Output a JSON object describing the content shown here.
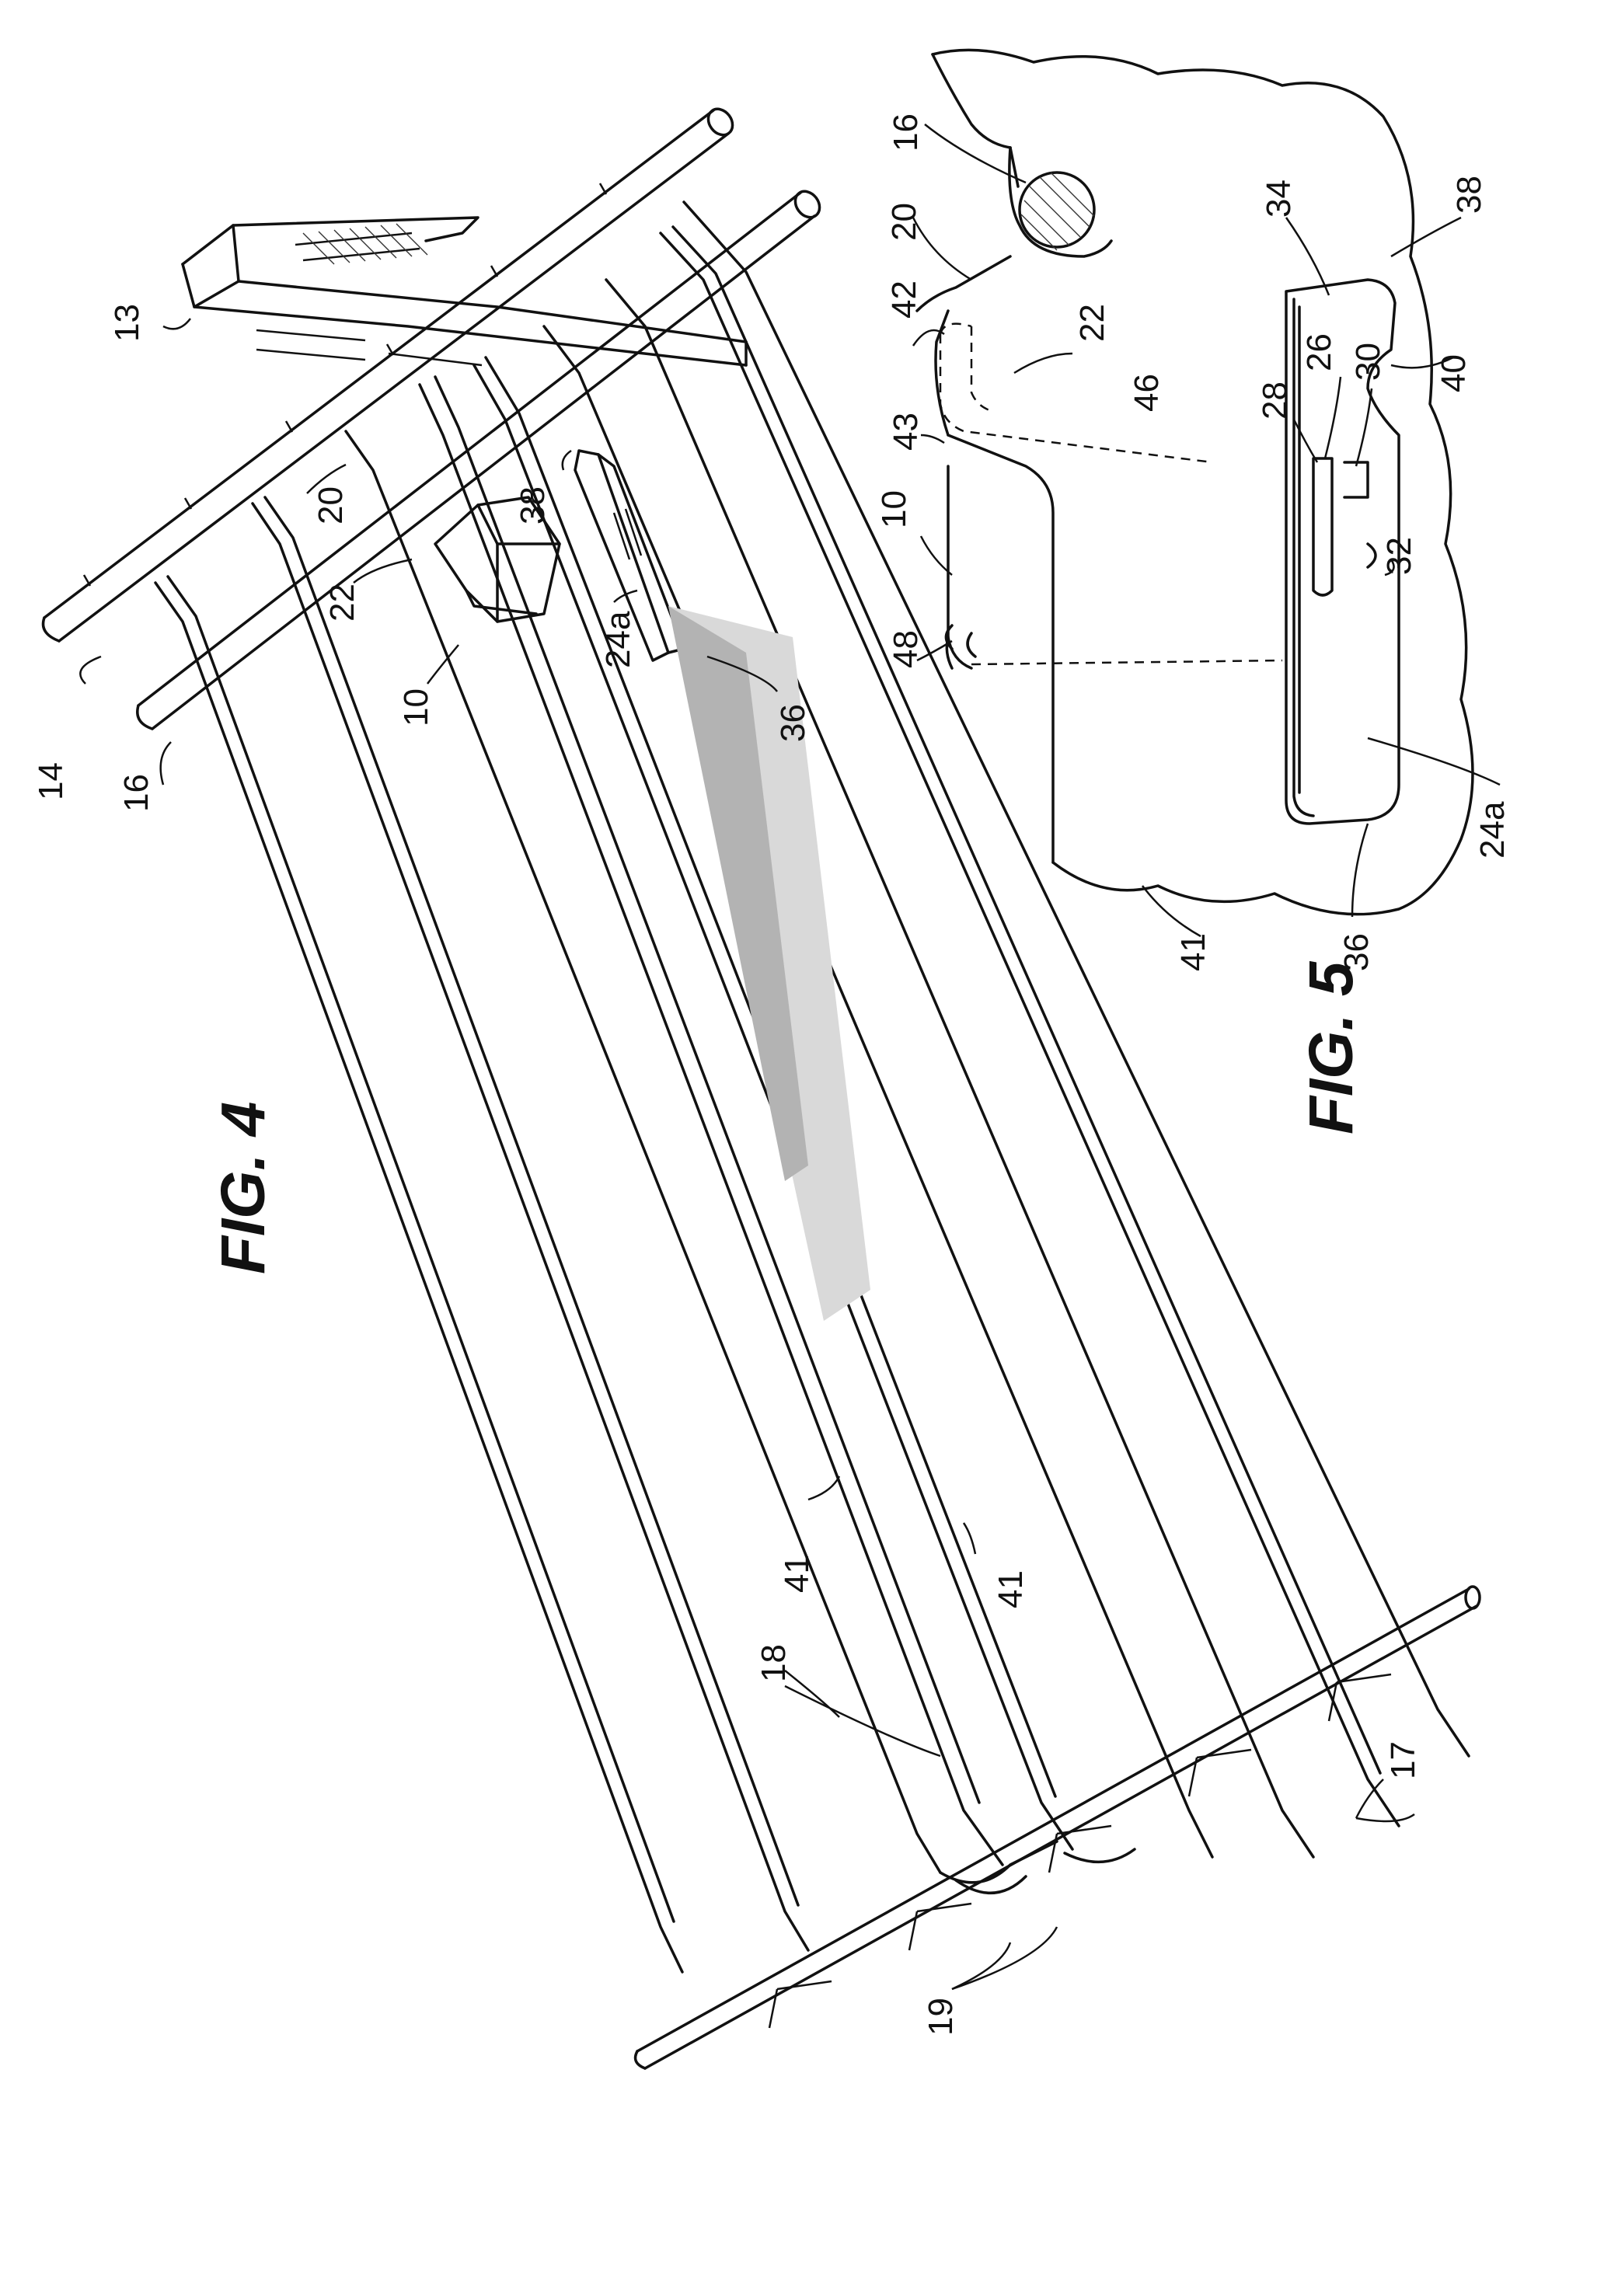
{
  "figures": [
    {
      "title": "FIG. 4",
      "labels": [
        "13",
        "14",
        "16",
        "20",
        "22",
        "10",
        "38",
        "24a",
        "36",
        "41",
        "41",
        "18",
        "19",
        "17"
      ]
    },
    {
      "title": "FIG. 5",
      "labels": [
        "16",
        "20",
        "42",
        "22",
        "46",
        "43",
        "10",
        "48",
        "28",
        "26",
        "30",
        "32",
        "34",
        "38",
        "40",
        "24a",
        "36",
        "41"
      ]
    }
  ]
}
